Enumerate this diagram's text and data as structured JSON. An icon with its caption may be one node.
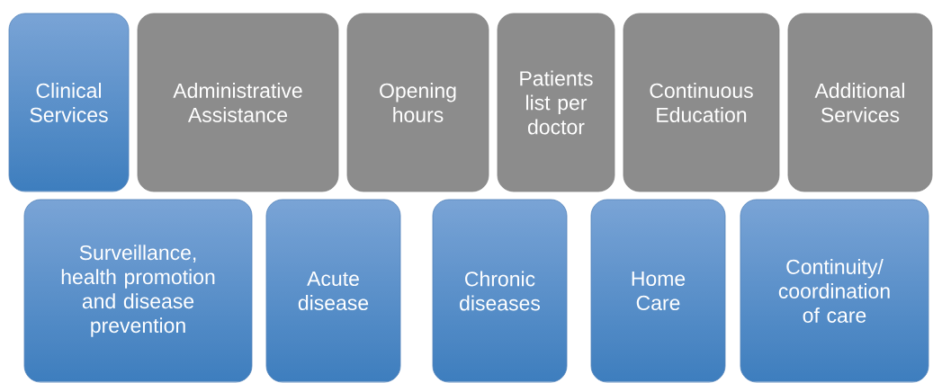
{
  "diagram": {
    "nodes": [
      {
        "text": [
          "Clinical Services"
        ]
      },
      {
        "text": [
          "Administrative Assistance"
        ]
      },
      {
        "text": [
          "Opening hours"
        ]
      },
      {
        "text": [
          "Patients list per doctor"
        ]
      },
      {
        "text": [
          "Continuous Education"
        ]
      },
      {
        "text": [
          "Additional Services"
        ]
      },
      {
        "text": [
          "Surveillance, health promotion and disease prevention"
        ]
      },
      {
        "text": [
          "Acute disease"
        ]
      },
      {
        "text": [
          "Chronic diseases"
        ]
      },
      {
        "text": [
          "Home Care"
        ]
      },
      {
        "text": [
          "Continuity/ coordination of care"
        ]
      }
    ]
  }
}
